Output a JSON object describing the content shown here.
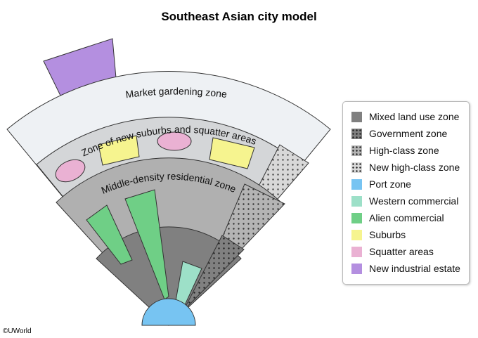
{
  "title": "Southeast Asian city model",
  "copyright": "©UWorld",
  "zone_labels": {
    "market": "Market gardening zone",
    "new_suburbs": "Zone of new suburbs and squatter areas",
    "middle_density": "Middle-density residential zone"
  },
  "legend": [
    {
      "label": "Mixed land use zone",
      "color": "#808080",
      "pattern": "solid"
    },
    {
      "label": "Government zone",
      "color": "#808080",
      "pattern": "dots"
    },
    {
      "label": "High-class zone",
      "color": "#b4b4b4",
      "pattern": "dots"
    },
    {
      "label": "New high-class zone",
      "color": "#d8d8d8",
      "pattern": "dots"
    },
    {
      "label": "Port zone",
      "color": "#77c4f2",
      "pattern": "solid"
    },
    {
      "label": "Western commercial",
      "color": "#9de0c8",
      "pattern": "solid"
    },
    {
      "label": "Alien commercial",
      "color": "#6fcf86",
      "pattern": "solid"
    },
    {
      "label": "Suburbs",
      "color": "#f6f48f",
      "pattern": "solid"
    },
    {
      "label": "Squatter areas",
      "color": "#eab1d3",
      "pattern": "solid"
    },
    {
      "label": "New industrial estate",
      "color": "#b48fe0",
      "pattern": "solid"
    }
  ],
  "colors": {
    "market_zone": "#eef1f4",
    "new_suburbs_zone": "#d4d6d8",
    "middle_density_zone": "#b0b0b0",
    "outline": "#333333"
  }
}
